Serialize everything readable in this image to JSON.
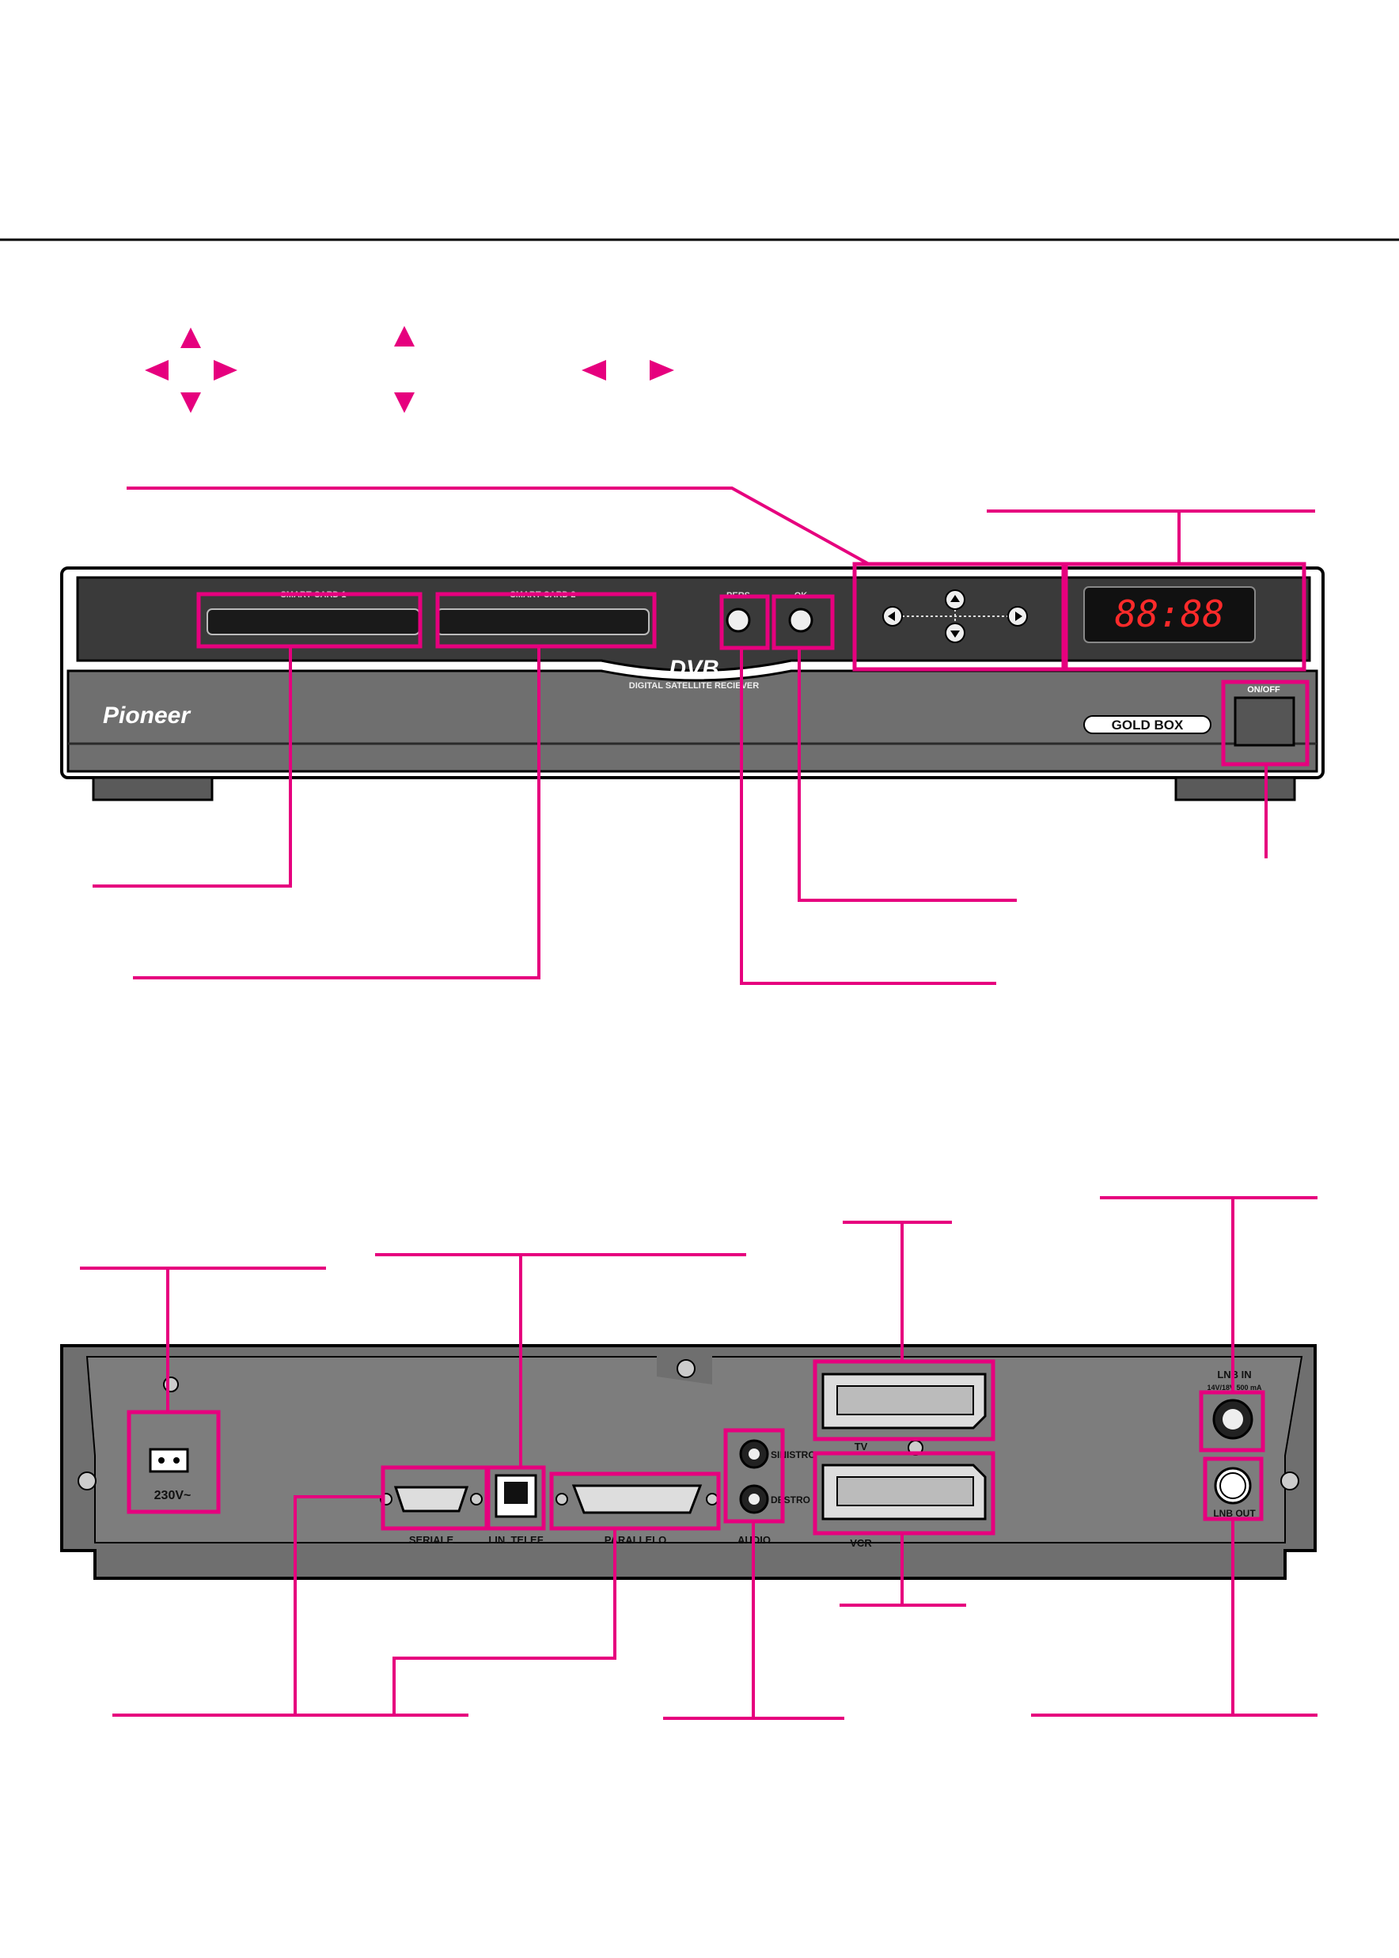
{
  "colors": {
    "accent": "#e6007e",
    "panel_dark": "#3a3a3a",
    "panel_mid": "#6f6f6f",
    "display_red": "#ff2a2a"
  },
  "front_panel": {
    "smart_card_1": "SMART CARD 1",
    "smart_card_2": "SMART CARD 2",
    "pers_label": "PERS",
    "ok_label": "OK",
    "dvb_logo": "DVB",
    "subtitle": "DIGITAL SATELLITE RECIEVER",
    "brand": "Pioneer",
    "model": "GOLD BOX",
    "power_label": "ON/OFF",
    "display_text": "88:88"
  },
  "rear_panel": {
    "power_input": "230V~",
    "seriale": "SERIALE",
    "lin_telef": "LIN. TELEF",
    "parallelo": "PARALLELO",
    "audio": "AUDIO",
    "sinistro": "SINISTRO",
    "destro": "DESTRO",
    "tv": "TV",
    "vcr": "VCR",
    "lnb_in": "LNB IN",
    "lnb_spec": "14V/18V 500 mA",
    "lnb_out": "LNB OUT"
  },
  "icons": {
    "nav_cross": "four-way-arrows-icon",
    "up_down": "up-down-arrows-icon",
    "left_right": "left-right-arrows-icon"
  }
}
